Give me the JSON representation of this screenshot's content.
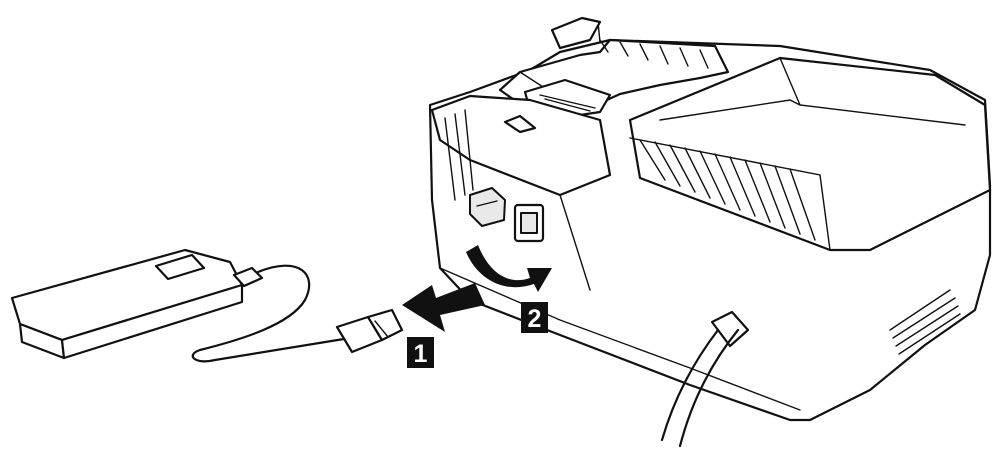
{
  "diagram": {
    "steps": [
      {
        "number": "1"
      },
      {
        "number": "2"
      }
    ],
    "colors": {
      "line": "#111111",
      "fill": "#ffffff",
      "badge": "#111111"
    },
    "icons": [
      "power-bank",
      "usb-plug",
      "usb-cable",
      "battery-charger",
      "usb-port",
      "port-cover",
      "power-cord",
      "pull-arrow",
      "open-cover-arrow"
    ]
  }
}
